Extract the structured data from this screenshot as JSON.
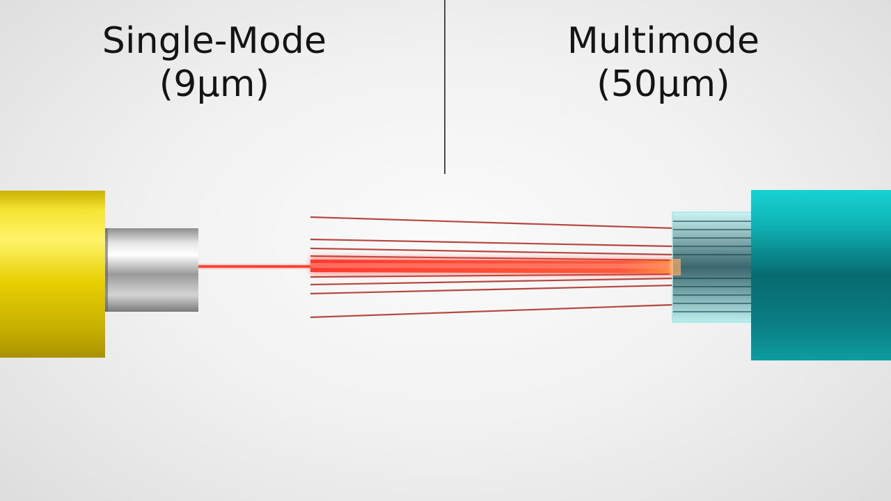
{
  "single_mode": {
    "title": "Single-Mode",
    "core_size": "(9µm)",
    "jacket_color": "#f0dc12"
  },
  "multimode": {
    "title": "Multimode",
    "core_size": "(50µm)",
    "jacket_color": "#14b8b8"
  },
  "light_color": "#ff2a1a"
}
